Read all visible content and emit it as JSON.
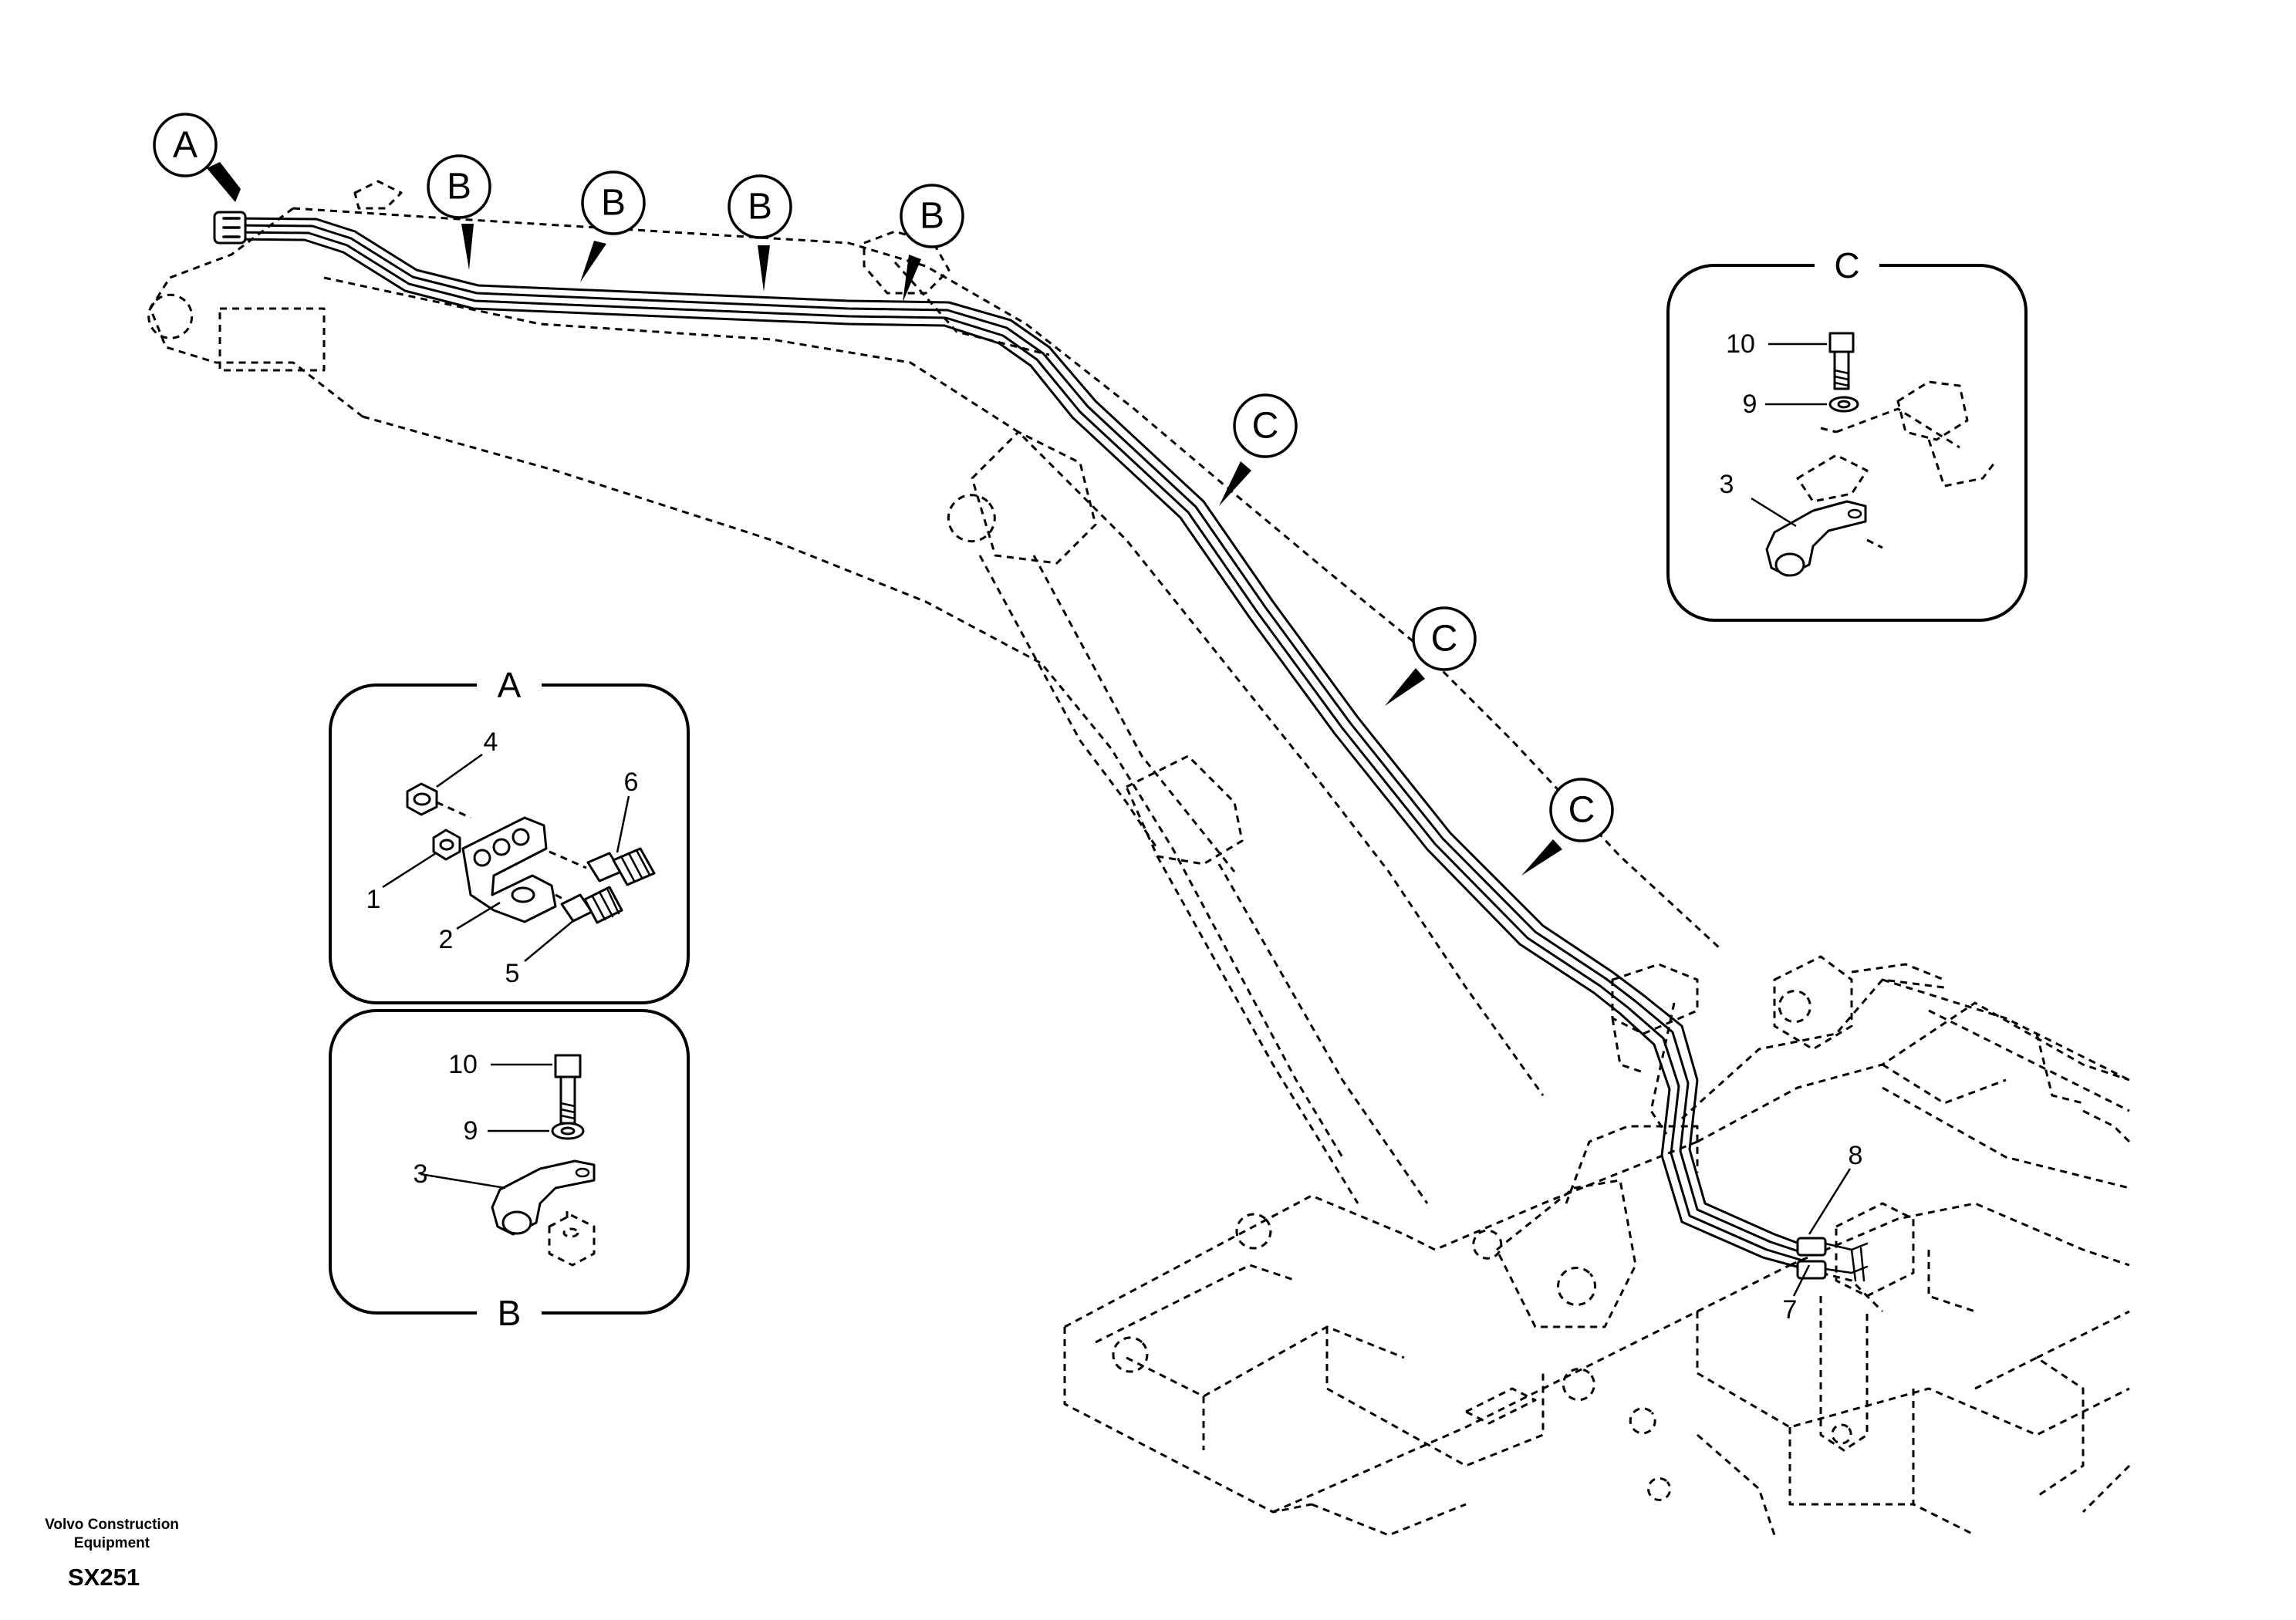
{
  "callouts": {
    "a": "A",
    "b": "B",
    "c": "C"
  },
  "detail_panels": {
    "a": {
      "title": "A",
      "parts": [
        "4",
        "6",
        "1",
        "2",
        "5"
      ]
    },
    "b": {
      "title": "B",
      "parts": [
        "10",
        "9",
        "3"
      ]
    },
    "c": {
      "title": "C",
      "parts": [
        "10",
        "9",
        "3"
      ]
    }
  },
  "main_parts": [
    "8",
    "7"
  ],
  "footer": {
    "brand_line1": "Volvo Construction",
    "brand_line2": "Equipment",
    "drawing_code": "SX251"
  }
}
